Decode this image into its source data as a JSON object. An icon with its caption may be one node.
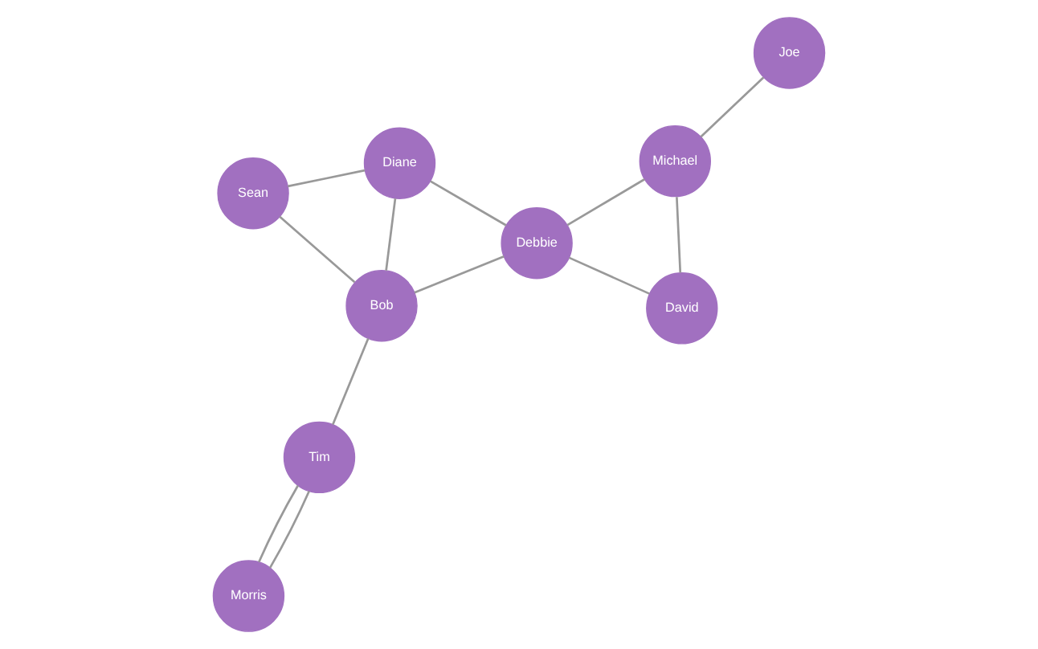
{
  "diagram": {
    "nodes": [
      {
        "text": [
          "Sean"
        ]
      },
      {
        "text": [
          "Diane"
        ]
      },
      {
        "text": [
          "David"
        ]
      },
      {
        "text": [
          "Joe"
        ]
      },
      {
        "text": [
          "Morris"
        ]
      },
      {
        "text": [
          "Bob"
        ]
      },
      {
        "text": [
          "Tim"
        ]
      },
      {
        "text": [
          "Debbie"
        ]
      },
      {
        "text": [
          "Michael"
        ]
      }
    ],
    "edges": [
      {
        "from": 0,
        "to": 1,
        "arrow": "none"
      },
      {
        "from": 0,
        "to": 5,
        "arrow": "none"
      },
      {
        "from": 1,
        "to": 5,
        "arrow": "none"
      },
      {
        "from": 1,
        "to": 7,
        "arrow": "none"
      },
      {
        "from": 4,
        "to": 6,
        "arrow": "none"
      },
      {
        "from": 4,
        "to": 6,
        "arrow": "none"
      },
      {
        "from": 6,
        "to": 5,
        "arrow": "none"
      },
      {
        "from": 5,
        "to": 7,
        "arrow": "none"
      },
      {
        "from": 2,
        "to": 7,
        "arrow": "none"
      },
      {
        "from": 2,
        "to": 8,
        "arrow": "none"
      },
      {
        "from": 3,
        "to": 8,
        "arrow": "none"
      },
      {
        "from": 7,
        "to": 8,
        "arrow": "none"
      }
    ]
  }
}
